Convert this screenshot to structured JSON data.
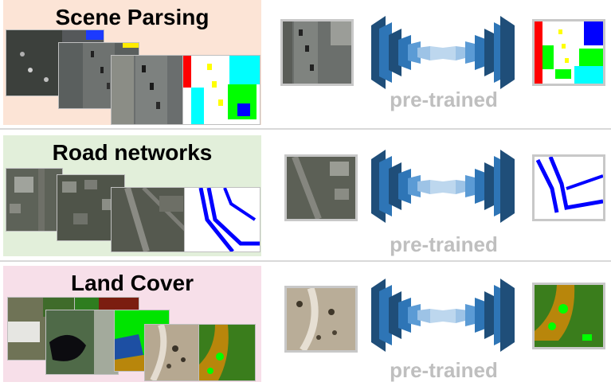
{
  "rows": [
    {
      "title": "Scene Parsing",
      "pretrained_label": "pre-trained"
    },
    {
      "title": "Road networks",
      "pretrained_label": "pre-trained"
    },
    {
      "title": "Land Cover",
      "pretrained_label": "pre-trained"
    }
  ],
  "colors": {
    "scene_panel_bg": "#fce4d6",
    "road_panel_bg": "#e2efda",
    "land_panel_bg": "#f7dfe9",
    "network_dark": "#1f4e79",
    "network_mid": "#2e75b6",
    "network_light": "#9dc3e6",
    "separator": "#d9d9d9",
    "label_gray": "#bfbfbf"
  }
}
